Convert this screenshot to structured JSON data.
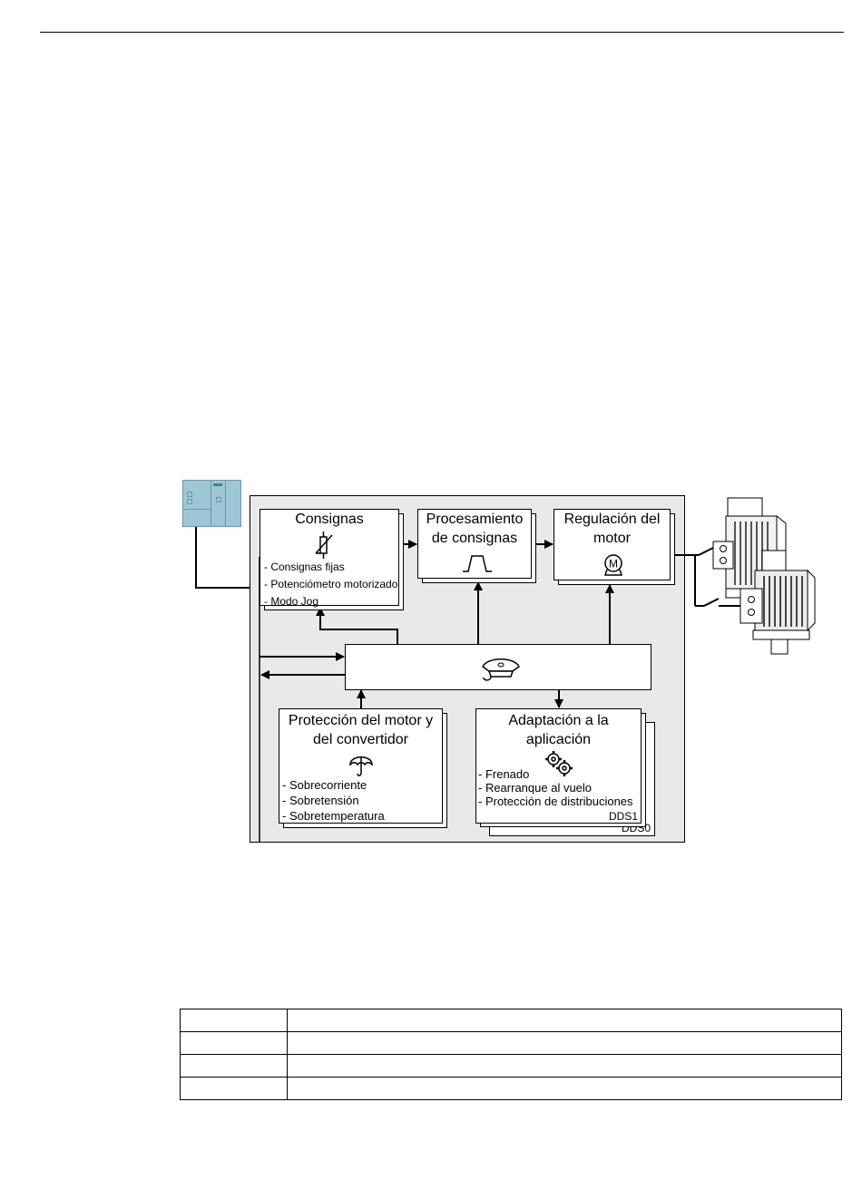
{
  "diagram": {
    "consignas": {
      "title": "Consignas",
      "items": [
        "- Consignas fijas",
        "- Potenciómetro motorizado",
        "- Modo Jog"
      ]
    },
    "procesamiento": {
      "title_line1": "Procesamiento",
      "title_line2": "de consignas"
    },
    "regulacion": {
      "title_line1": "Regulación del",
      "title_line2": "motor",
      "motor_symbol": "M"
    },
    "proteccion": {
      "title_line1": "Protección del motor y",
      "title_line2": "del convertidor",
      "items": [
        "- Sobrecorriente",
        "- Sobretensión",
        "- Sobretemperatura"
      ]
    },
    "adaptacion": {
      "title_line1": "Adaptación a la",
      "title_line2": "aplicación",
      "items": [
        "- Frenado",
        "- Rearranque al vuelo",
        "- Protección de distribuciones"
      ],
      "dds1": "DDS1",
      "dds0": "DDS0"
    },
    "icons": {
      "consignas": "potentiometer-icon",
      "procesamiento": "ramp-function-icon",
      "regulacion": "motor-icon",
      "central": "captain-hat-icon",
      "proteccion": "umbrella-icon",
      "adaptacion": "gears-icon",
      "plc": "plc-controller-icon",
      "motors": "electric-motor-icon"
    }
  },
  "table": {
    "rows": [
      [
        "",
        ""
      ],
      [
        "",
        ""
      ],
      [
        "",
        ""
      ],
      [
        "",
        ""
      ]
    ]
  }
}
